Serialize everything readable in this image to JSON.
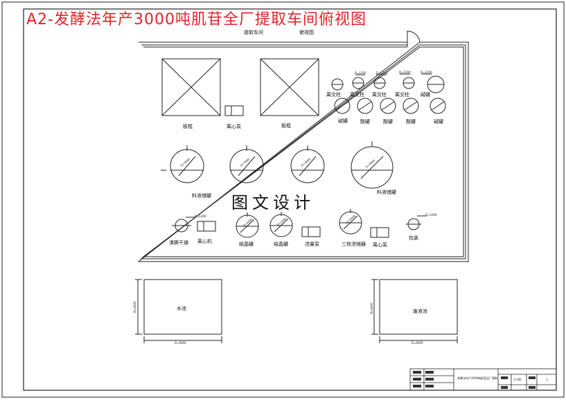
{
  "title": "A2-发酵法年产3000吨肌苷全厂提取车间俯视图",
  "watermark": "图文设计",
  "header": {
    "left_label": "提取车间",
    "right_label": "俯视图"
  },
  "equipment_labels": {
    "filter1": "板框",
    "centrifuge_top": "离心泵",
    "filter2": "板框",
    "column1": "离交柱",
    "column2": "离交柱",
    "column3": "离交柱",
    "column4": "离交柱",
    "tank_acid": "碱罐",
    "tank1": "碱罐",
    "tank2": "酸罐",
    "tank3": "酸罐",
    "tank4": "酸罐",
    "tank5": "碱罐",
    "storage_left": "料液储罐",
    "storage_right": "料液储罐",
    "dryer": "沸腾干燥",
    "centrifuge_bottom_left": "离心机",
    "crystal_tank1": "结晶罐",
    "crystal_tank2": "结晶罐",
    "pump": "流量泵",
    "evaporator": "三效浓缩器",
    "centrifuge_bottom_right": "离心泵",
    "packing": "包装"
  },
  "dims": {
    "col1": "D=1200",
    "col2": "D=1200",
    "col3": "D=1200",
    "col4": "D=1200",
    "storage1": "D=3000",
    "storage2": "D=3000",
    "storage3": "D=3000",
    "storage4": "D=3000",
    "dryer": "D=1200",
    "crystal1": "D=2000",
    "crystal2": "D=2000",
    "evap": "D=2000",
    "pack": "D=1000"
  },
  "pools": {
    "left_label": "水池",
    "left_width": "D=6000",
    "left_height": "D=4000",
    "right_label": "废液池",
    "right_width": "D=6000",
    "right_height": "D=4000"
  },
  "title_block": {
    "drawing_name": "发酵法年产3000吨肌苷全厂提取",
    "scale": "1:100",
    "sheet": "1"
  }
}
